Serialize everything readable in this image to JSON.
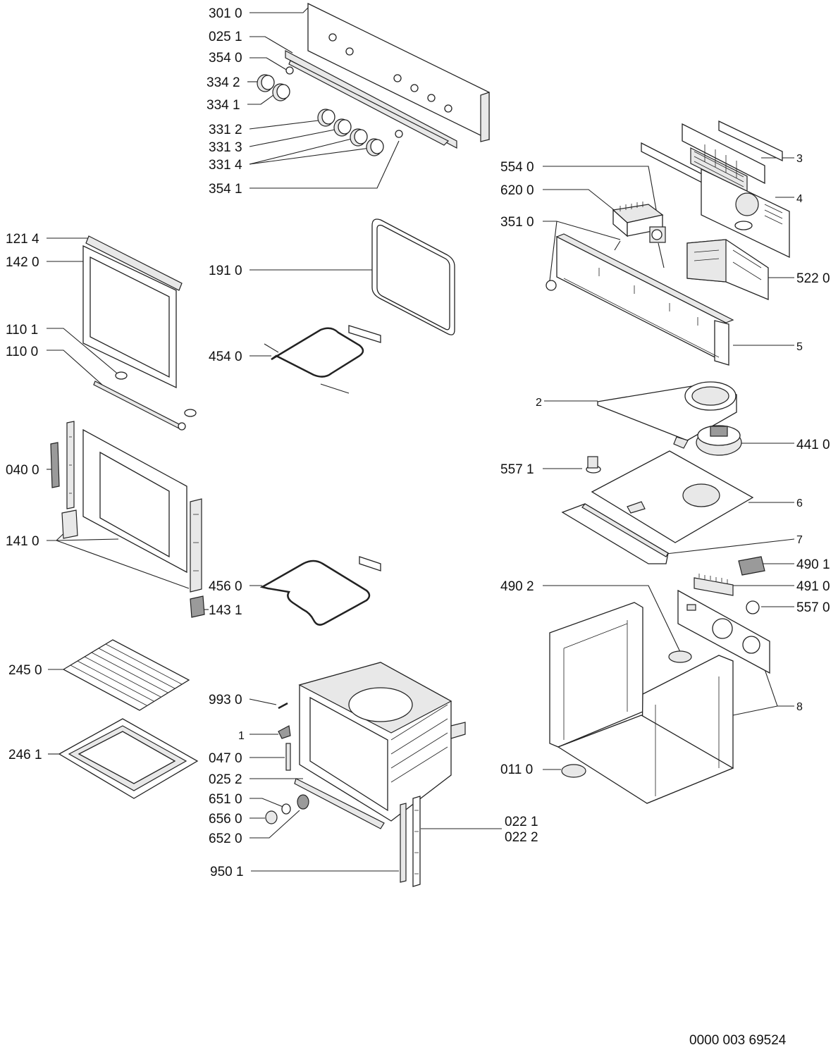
{
  "labels": {
    "l301_0": "301 0",
    "l025_1": "025 1",
    "l354_0": "354 0",
    "l334_2": "334 2",
    "l334_1": "334 1",
    "l331_2": "331 2",
    "l331_3": "331 3",
    "l331_4": "331 4",
    "l354_1": "354 1",
    "l554_0": "554 0",
    "l620_0": "620 0",
    "l351_0": "351 0",
    "l3": "3",
    "l4": "4",
    "l522_0": "522 0",
    "l5": "5",
    "l121_4": "121 4",
    "l142_0": "142 0",
    "l191_0": "191 0",
    "l110_1": "110 1",
    "l110_0": "110 0",
    "l454_0": "454 0",
    "l2": "2",
    "l441_0": "441 0",
    "l557_1": "557 1",
    "l6": "6",
    "l040_0": "040 0",
    "l7": "7",
    "l141_0": "141 0",
    "l490_1": "490 1",
    "l490_2": "490 2",
    "l491_0": "491 0",
    "l456_0": "456 0",
    "l143_1": "143 1",
    "l557_0": "557 0",
    "l8": "8",
    "l245_0": "245 0",
    "l993_0": "993 0",
    "l1": "1",
    "l246_1": "246 1",
    "l047_0": "047 0",
    "l025_2": "025 2",
    "l011_0": "011 0",
    "l651_0": "651 0",
    "l656_0": "656 0",
    "l652_0": "652 0",
    "l022_1": "022 1",
    "l022_2": "022 2",
    "l950_1": "950 1"
  },
  "document_code": "0000 003 69524"
}
